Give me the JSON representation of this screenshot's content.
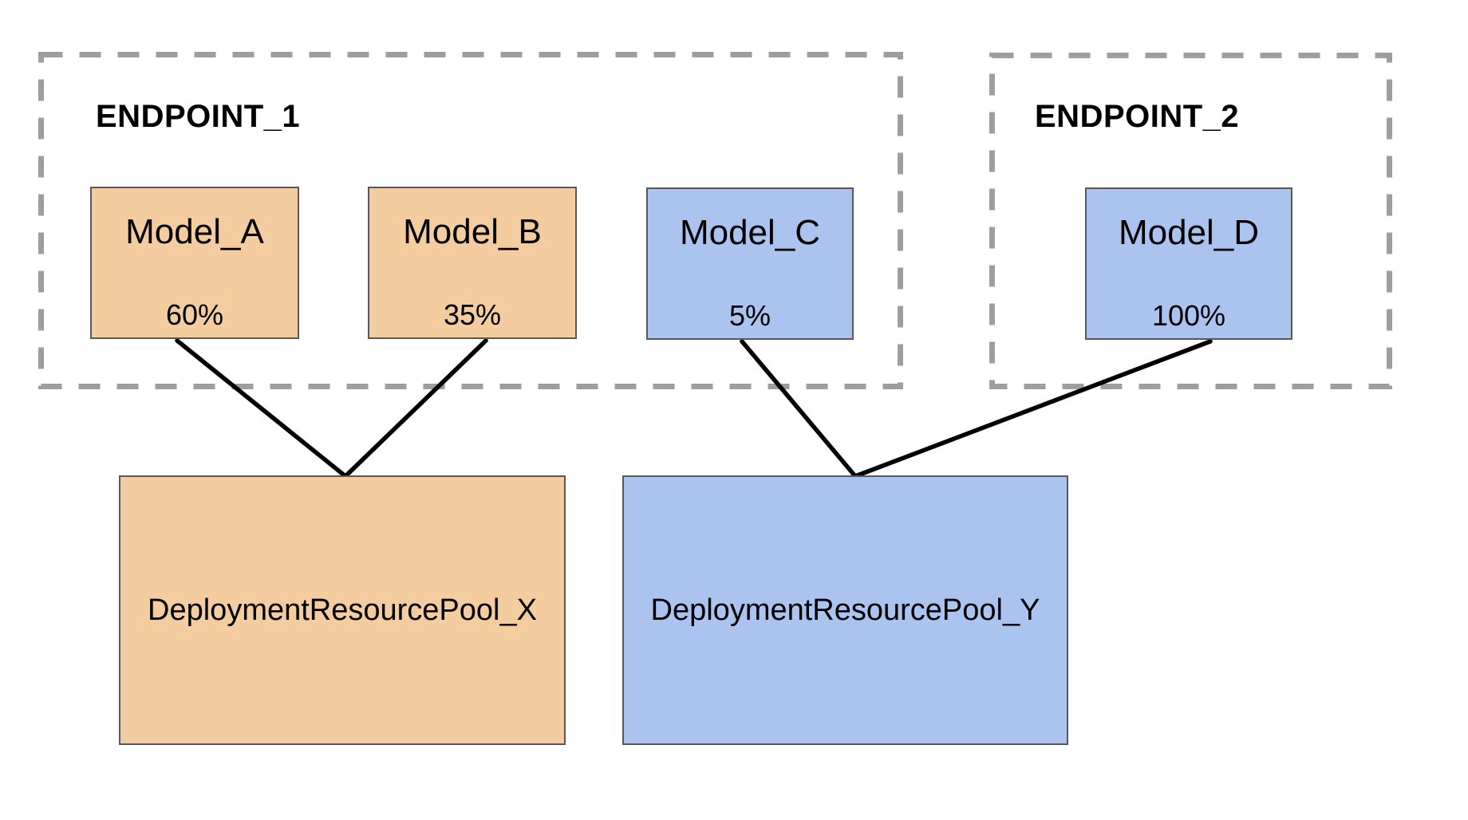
{
  "diagram": {
    "colors": {
      "model_orange": "#F3CDA0",
      "model_blue": "#AAC3EF",
      "box_border": "#58585A",
      "dashed_border": "#9E9E9E",
      "connector": "#000000",
      "text": "#000000"
    },
    "endpoints": [
      {
        "label": "ENDPOINT_1"
      },
      {
        "label": "ENDPOINT_2"
      }
    ],
    "models": [
      {
        "name": "Model_A",
        "traffic_split": "60%",
        "endpoint": "ENDPOINT_1"
      },
      {
        "name": "Model_B",
        "traffic_split": "35%",
        "endpoint": "ENDPOINT_1"
      },
      {
        "name": "Model_C",
        "traffic_split": "5%",
        "endpoint": "ENDPOINT_1"
      },
      {
        "name": "Model_D",
        "traffic_split": "100%",
        "endpoint": "ENDPOINT_2"
      }
    ],
    "pools": [
      {
        "name": "DeploymentResourcePool_X"
      },
      {
        "name": "DeploymentResourcePool_Y"
      }
    ],
    "connections": [
      {
        "from": "Model_A",
        "to": "DeploymentResourcePool_X"
      },
      {
        "from": "Model_B",
        "to": "DeploymentResourcePool_X"
      },
      {
        "from": "Model_C",
        "to": "DeploymentResourcePool_Y"
      },
      {
        "from": "Model_D",
        "to": "DeploymentResourcePool_Y"
      }
    ]
  }
}
